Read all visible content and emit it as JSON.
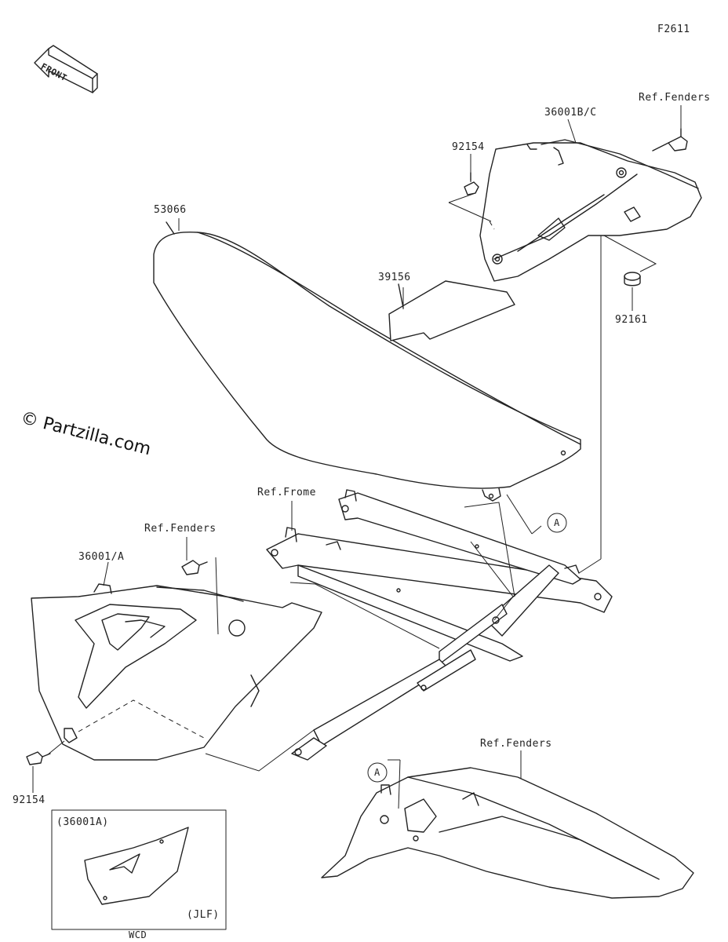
{
  "figure_code": "F2611",
  "front_label": "FRONT",
  "watermark": "© Partzilla.com",
  "callout_letter": "A",
  "parts": {
    "p53066": "53066",
    "p39156": "39156",
    "p36001bc": "36001B/C",
    "p92154_top": "92154",
    "p92161": "92161",
    "p36001a": "36001/A",
    "p92154_bottom": "92154"
  },
  "references": {
    "fenders_top": "Ref.Fenders",
    "frome": "Ref.Frome",
    "fenders_left": "Ref.Fenders",
    "fenders_bottom": "Ref.Fenders"
  },
  "inset": {
    "title": "(36001A)",
    "variant": "(JLF)",
    "footer": "WCD"
  }
}
